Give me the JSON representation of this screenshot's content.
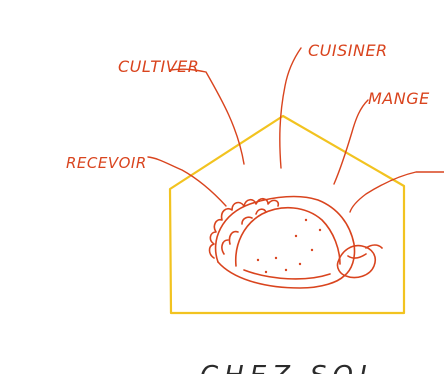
{
  "labels": {
    "cultiver": "CULTIVER",
    "cuisiner": "CUISINER",
    "manger": "MANGE",
    "recevoir": "RECEVOIR"
  },
  "caption": "CHEZ-SOI",
  "colors": {
    "ink": "#d9441e",
    "house": "#f2c320",
    "caption": "#2b2b2b"
  },
  "icons": {
    "house": "house-outline-icon",
    "taco": "taco-drawing-icon"
  }
}
